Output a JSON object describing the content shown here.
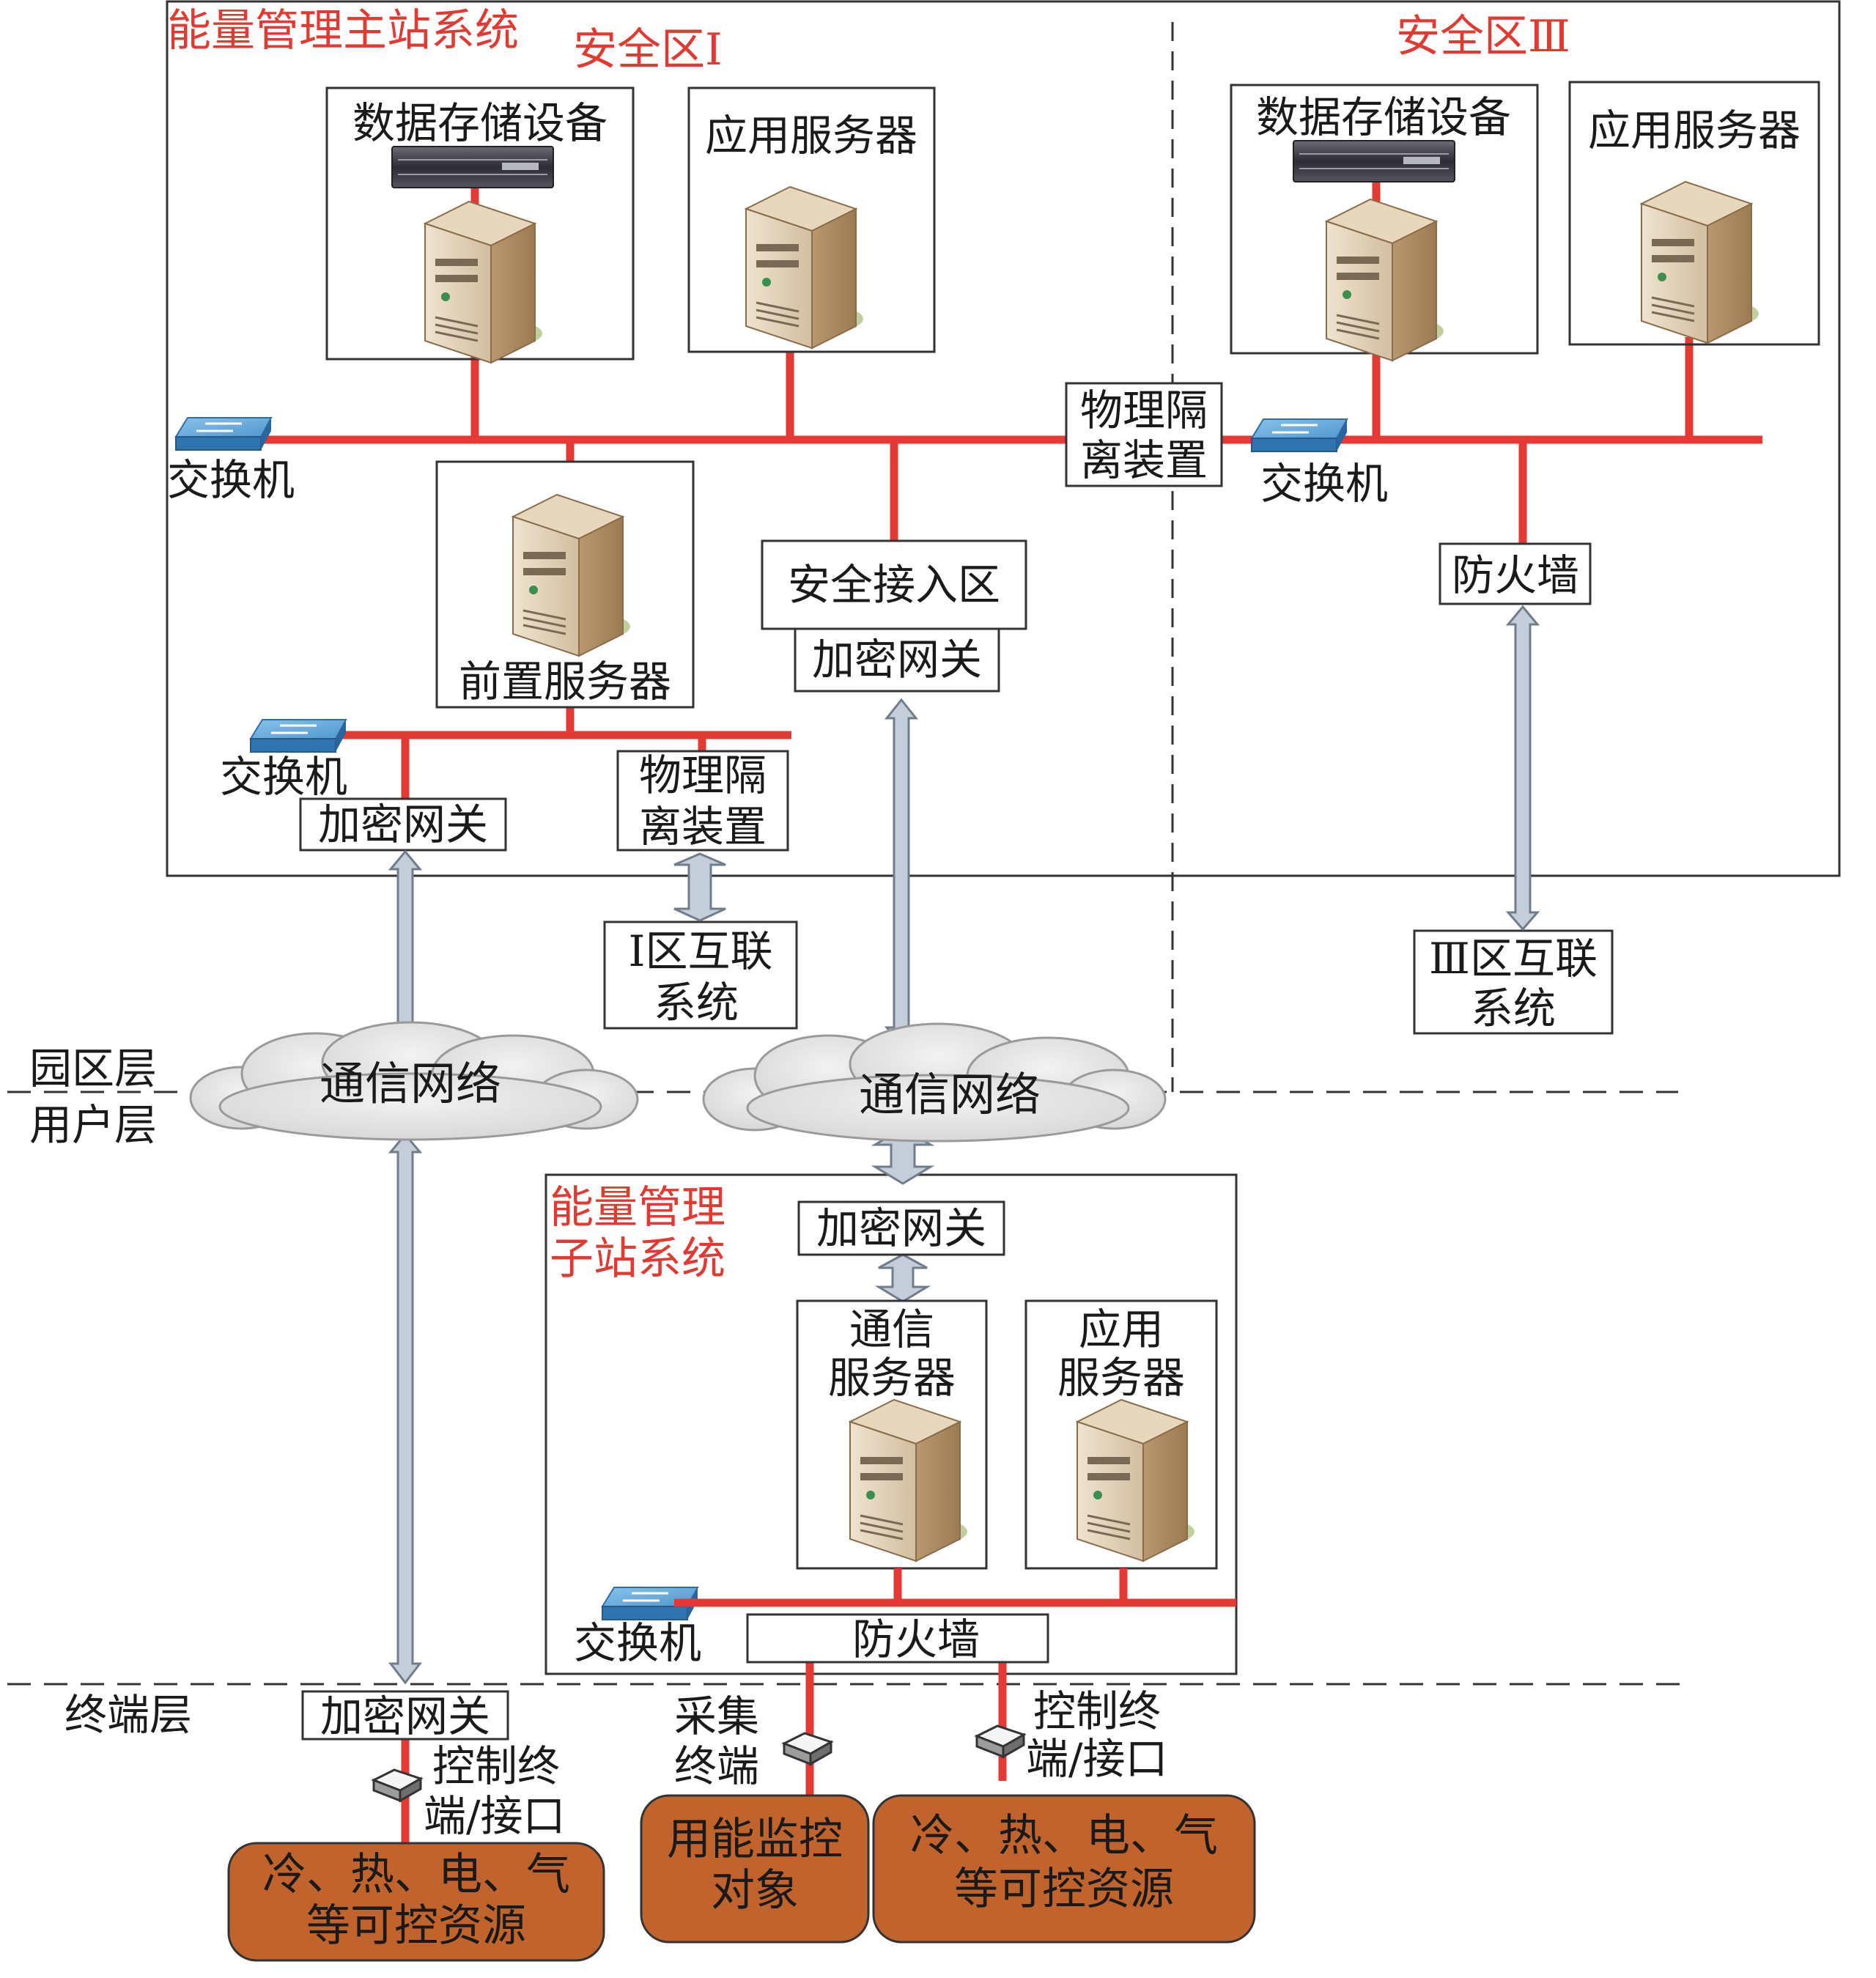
{
  "colors": {
    "accent_red": "#e53935",
    "title_red": "#e03a32",
    "arrow_fill": "#c5cdd8",
    "arrow_stroke": "#6f7d8c",
    "cloud_fill": "#e3e3e3",
    "resource_fill": "#c0632c",
    "switch_blue": "#3c86c4"
  },
  "icons": {
    "server": "server-tower-icon",
    "storage": "storage-rack-icon",
    "switch": "network-switch-icon",
    "terminal": "terminal-device-icon"
  },
  "master": {
    "title": "能量管理主站系统",
    "zone1_title": "安全区Ⅰ",
    "zone3_title": "安全区Ⅲ",
    "z1_storage_label": "数据存储设备",
    "z1_app_label": "应用服务器",
    "z3_storage_label": "数据存储设备",
    "z3_app_label": "应用服务器",
    "isolation_label_1": "物理隔",
    "isolation_label_2": "离装置",
    "switch_left_label": "交换机",
    "switch_right_label": "交换机",
    "front_server_label": "前置服务器",
    "secure_access_label": "安全接入区",
    "gateway_access_label": "加密网关",
    "firewall_label": "防火墙",
    "lower_switch_label": "交换机",
    "lower_gateway_label": "加密网关",
    "lower_isolation_1": "物理隔",
    "lower_isolation_2": "离装置"
  },
  "interconnect": {
    "zone1_line1": "Ⅰ区互联",
    "zone1_line2": "系统",
    "zone3_line1": "Ⅲ区互联",
    "zone3_line2": "系统"
  },
  "layers": {
    "park": "园区层",
    "user": "用户层",
    "terminal": "终端层"
  },
  "networks": {
    "left": "通信网络",
    "right": "通信网络"
  },
  "substation": {
    "title_1": "能量管理",
    "title_2": "子站系统",
    "gateway_label": "加密网关",
    "comm_server_1": "通信",
    "comm_server_2": "服务器",
    "app_server_1": "应用",
    "app_server_2": "服务器",
    "switch_label": "交换机",
    "firewall_label": "防火墙"
  },
  "terminal_layer": {
    "gateway_label": "加密网关",
    "left_ctrl_1": "控制终",
    "left_ctrl_2": "端/接口",
    "collect_1": "采集",
    "collect_2": "终端",
    "right_ctrl_1": "控制终",
    "right_ctrl_2": "端/接口",
    "res_left_1": "冷、热、电、气",
    "res_left_2": "等可控资源",
    "monitor_1": "用能监控",
    "monitor_2": "对象",
    "res_right_1": "冷、热、电、气",
    "res_right_2": "等可控资源"
  }
}
